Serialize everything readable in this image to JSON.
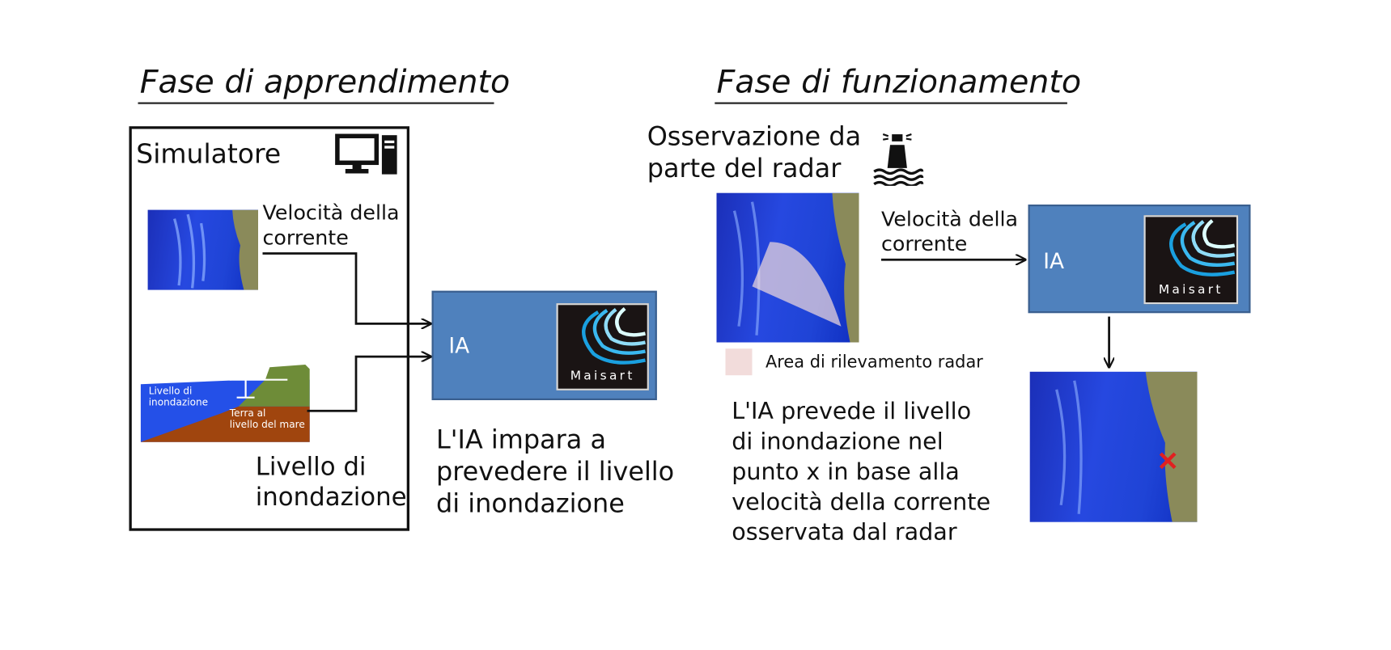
{
  "learning": {
    "title": "Fase di apprendimento",
    "simulator_label": "Simulatore",
    "current_label_1": "Velocità della",
    "current_label_2": "corrente",
    "cross_section": {
      "water_1": "Livello di",
      "water_2": "inondazione",
      "land_1": "Terra al",
      "land_2": "livello del mare"
    },
    "flood_label_1": "Livello di",
    "flood_label_2": "inondazione",
    "ai_label": "IA",
    "logo_text": "Maisart",
    "caption": [
      "L'IA impara a",
      "prevedere il livello",
      "di inondazione"
    ]
  },
  "operation": {
    "title": "Fase di funzionamento",
    "radar_label_1": "Osservazione da",
    "radar_label_2": "parte del radar",
    "legend_label": "Area di rilevamento radar",
    "current_label_1": "Velocità della",
    "current_label_2": "corrente",
    "ai_label": "IA",
    "logo_text": "Maisart",
    "caption": [
      "L'IA prevede il livello",
      "di inondazione nel",
      "punto x in base alla",
      "velocità della corrente",
      "osservata dal radar"
    ]
  },
  "colors": {
    "ai_box": "#4f81bd",
    "legend": "#f2dcdb",
    "marker": "#e02020"
  }
}
